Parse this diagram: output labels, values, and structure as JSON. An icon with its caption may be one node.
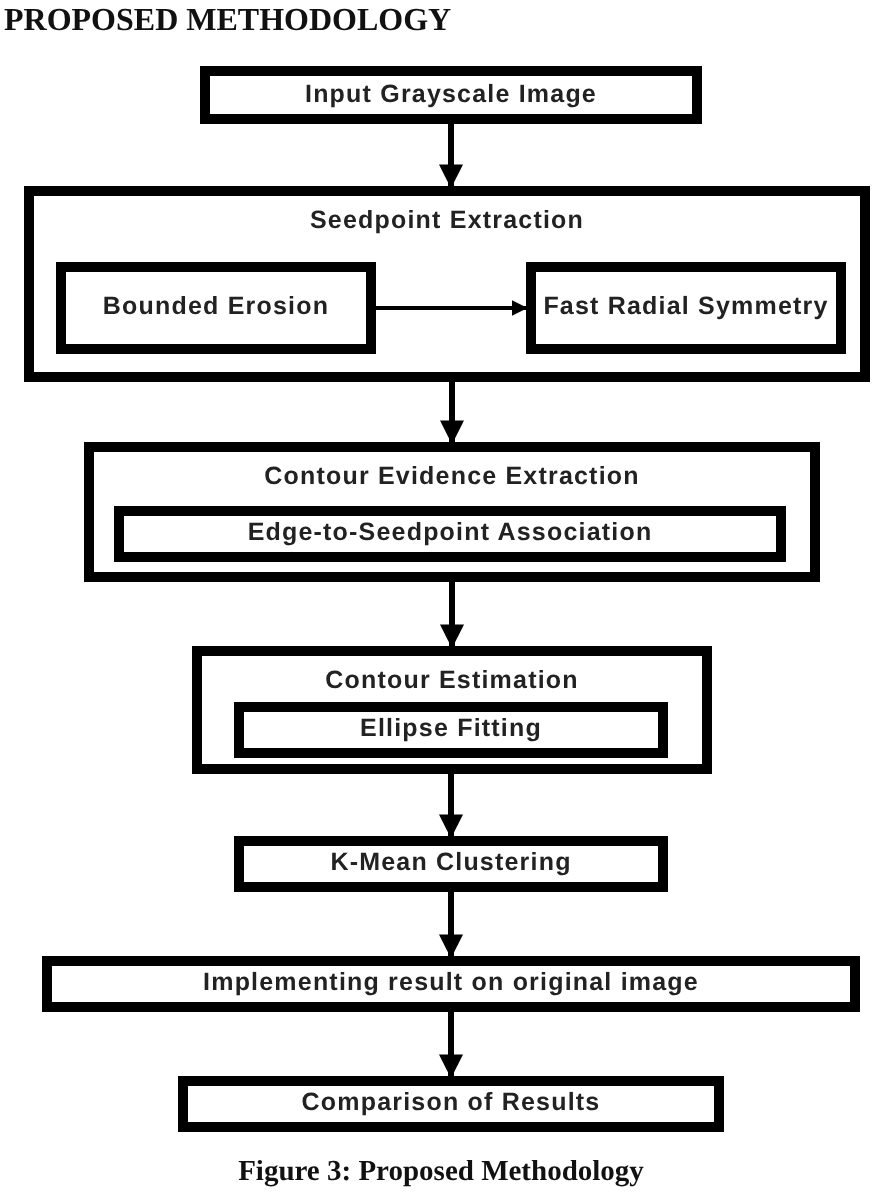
{
  "diagram": {
    "title": "PROPOSED METHODOLOGY",
    "caption": "Figure 3: Proposed Methodology",
    "nodes": [
      {
        "text": [
          "Input Grayscale Image"
        ]
      },
      {
        "text": [
          "Seedpoint Extraction"
        ]
      },
      {
        "text": [
          "Bounded Erosion"
        ],
        "in": 1
      },
      {
        "text": [
          "Fast Radial Symmetry"
        ],
        "in": 1
      },
      {
        "text": [
          "Contour Evidence Extraction"
        ]
      },
      {
        "text": [
          "Edge-to-Seedpoint Association"
        ],
        "in": 4
      },
      {
        "text": [
          "Contour Estimation"
        ]
      },
      {
        "text": [
          "Ellipse Fitting"
        ],
        "in": 6
      },
      {
        "text": [
          "K-Mean Clustering"
        ]
      },
      {
        "text": [
          "Implementing result on original image"
        ]
      },
      {
        "text": [
          "Comparison of Results"
        ]
      }
    ],
    "edges": [
      {
        "from": 0,
        "to": 1,
        "arrow": "to"
      },
      {
        "from": 2,
        "to": 3,
        "arrow": "to"
      },
      {
        "from": 1,
        "to": 4,
        "arrow": "to"
      },
      {
        "from": 4,
        "to": 6,
        "arrow": "to"
      },
      {
        "from": 6,
        "to": 8,
        "arrow": "to"
      },
      {
        "from": 8,
        "to": 9,
        "arrow": "to"
      },
      {
        "from": 9,
        "to": 10,
        "arrow": "to"
      }
    ]
  }
}
